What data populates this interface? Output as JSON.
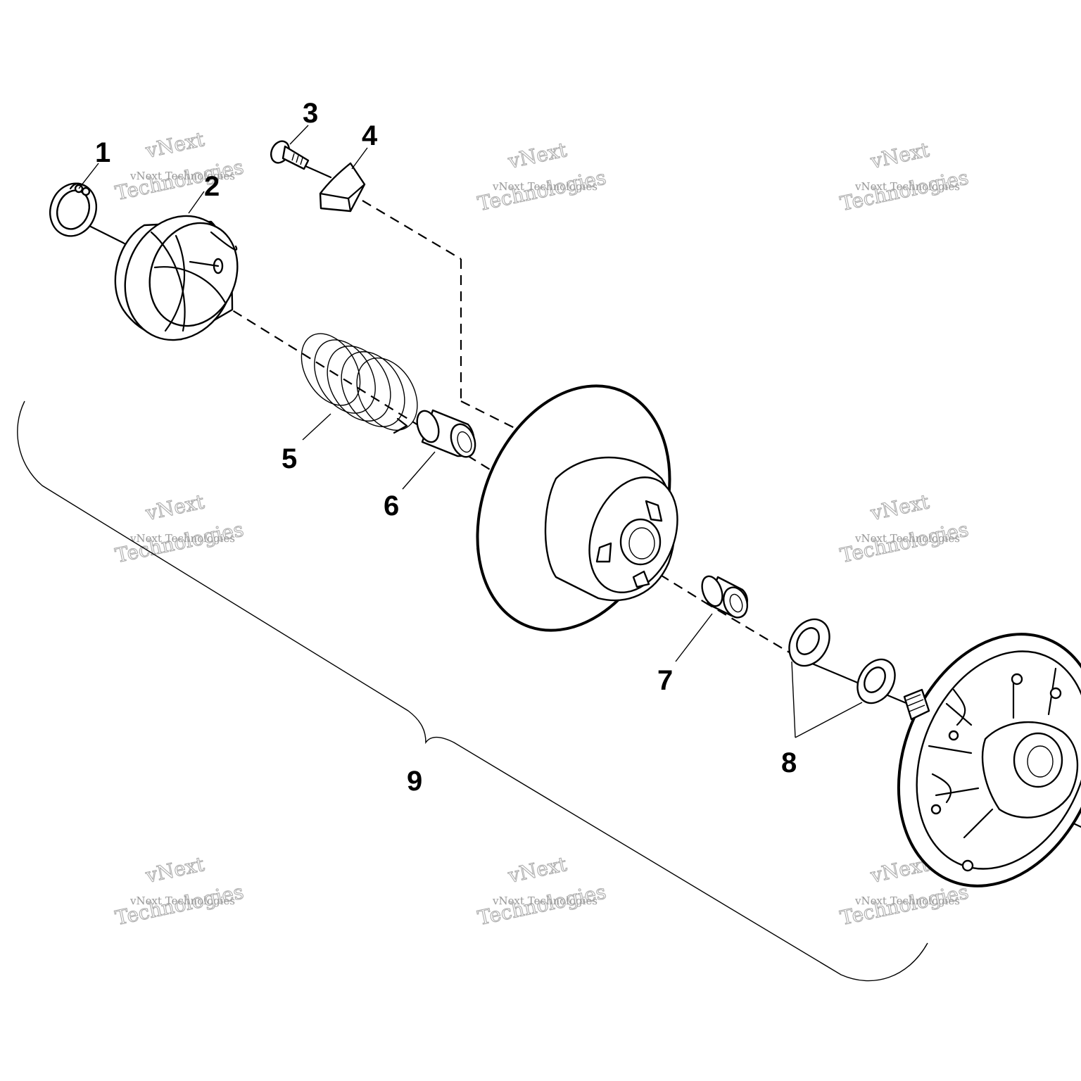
{
  "callouts": {
    "c1": "1",
    "c2": "2",
    "c3": "3",
    "c4": "4",
    "c5": "5",
    "c6": "6",
    "c7": "7",
    "c8": "8",
    "c9": "9"
  },
  "watermark": {
    "line1": "vNext",
    "line2": "vNext Technologies",
    "line3": "Technologies"
  }
}
